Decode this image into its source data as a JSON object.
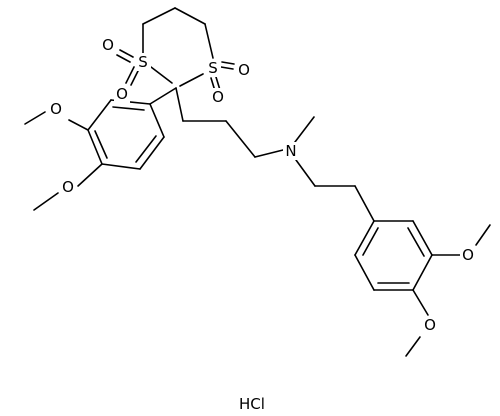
{
  "molecule": {
    "atoms": {
      "s1": "S",
      "s2": "S",
      "o_s1_a": "O",
      "o_s1_b": "O",
      "o_s2_a": "O",
      "o_s2_b": "O",
      "n": "N",
      "o_left_1": "O",
      "o_left_2": "O",
      "o_right_1": "O",
      "o_right_2": "O"
    },
    "salt": "HCl"
  }
}
